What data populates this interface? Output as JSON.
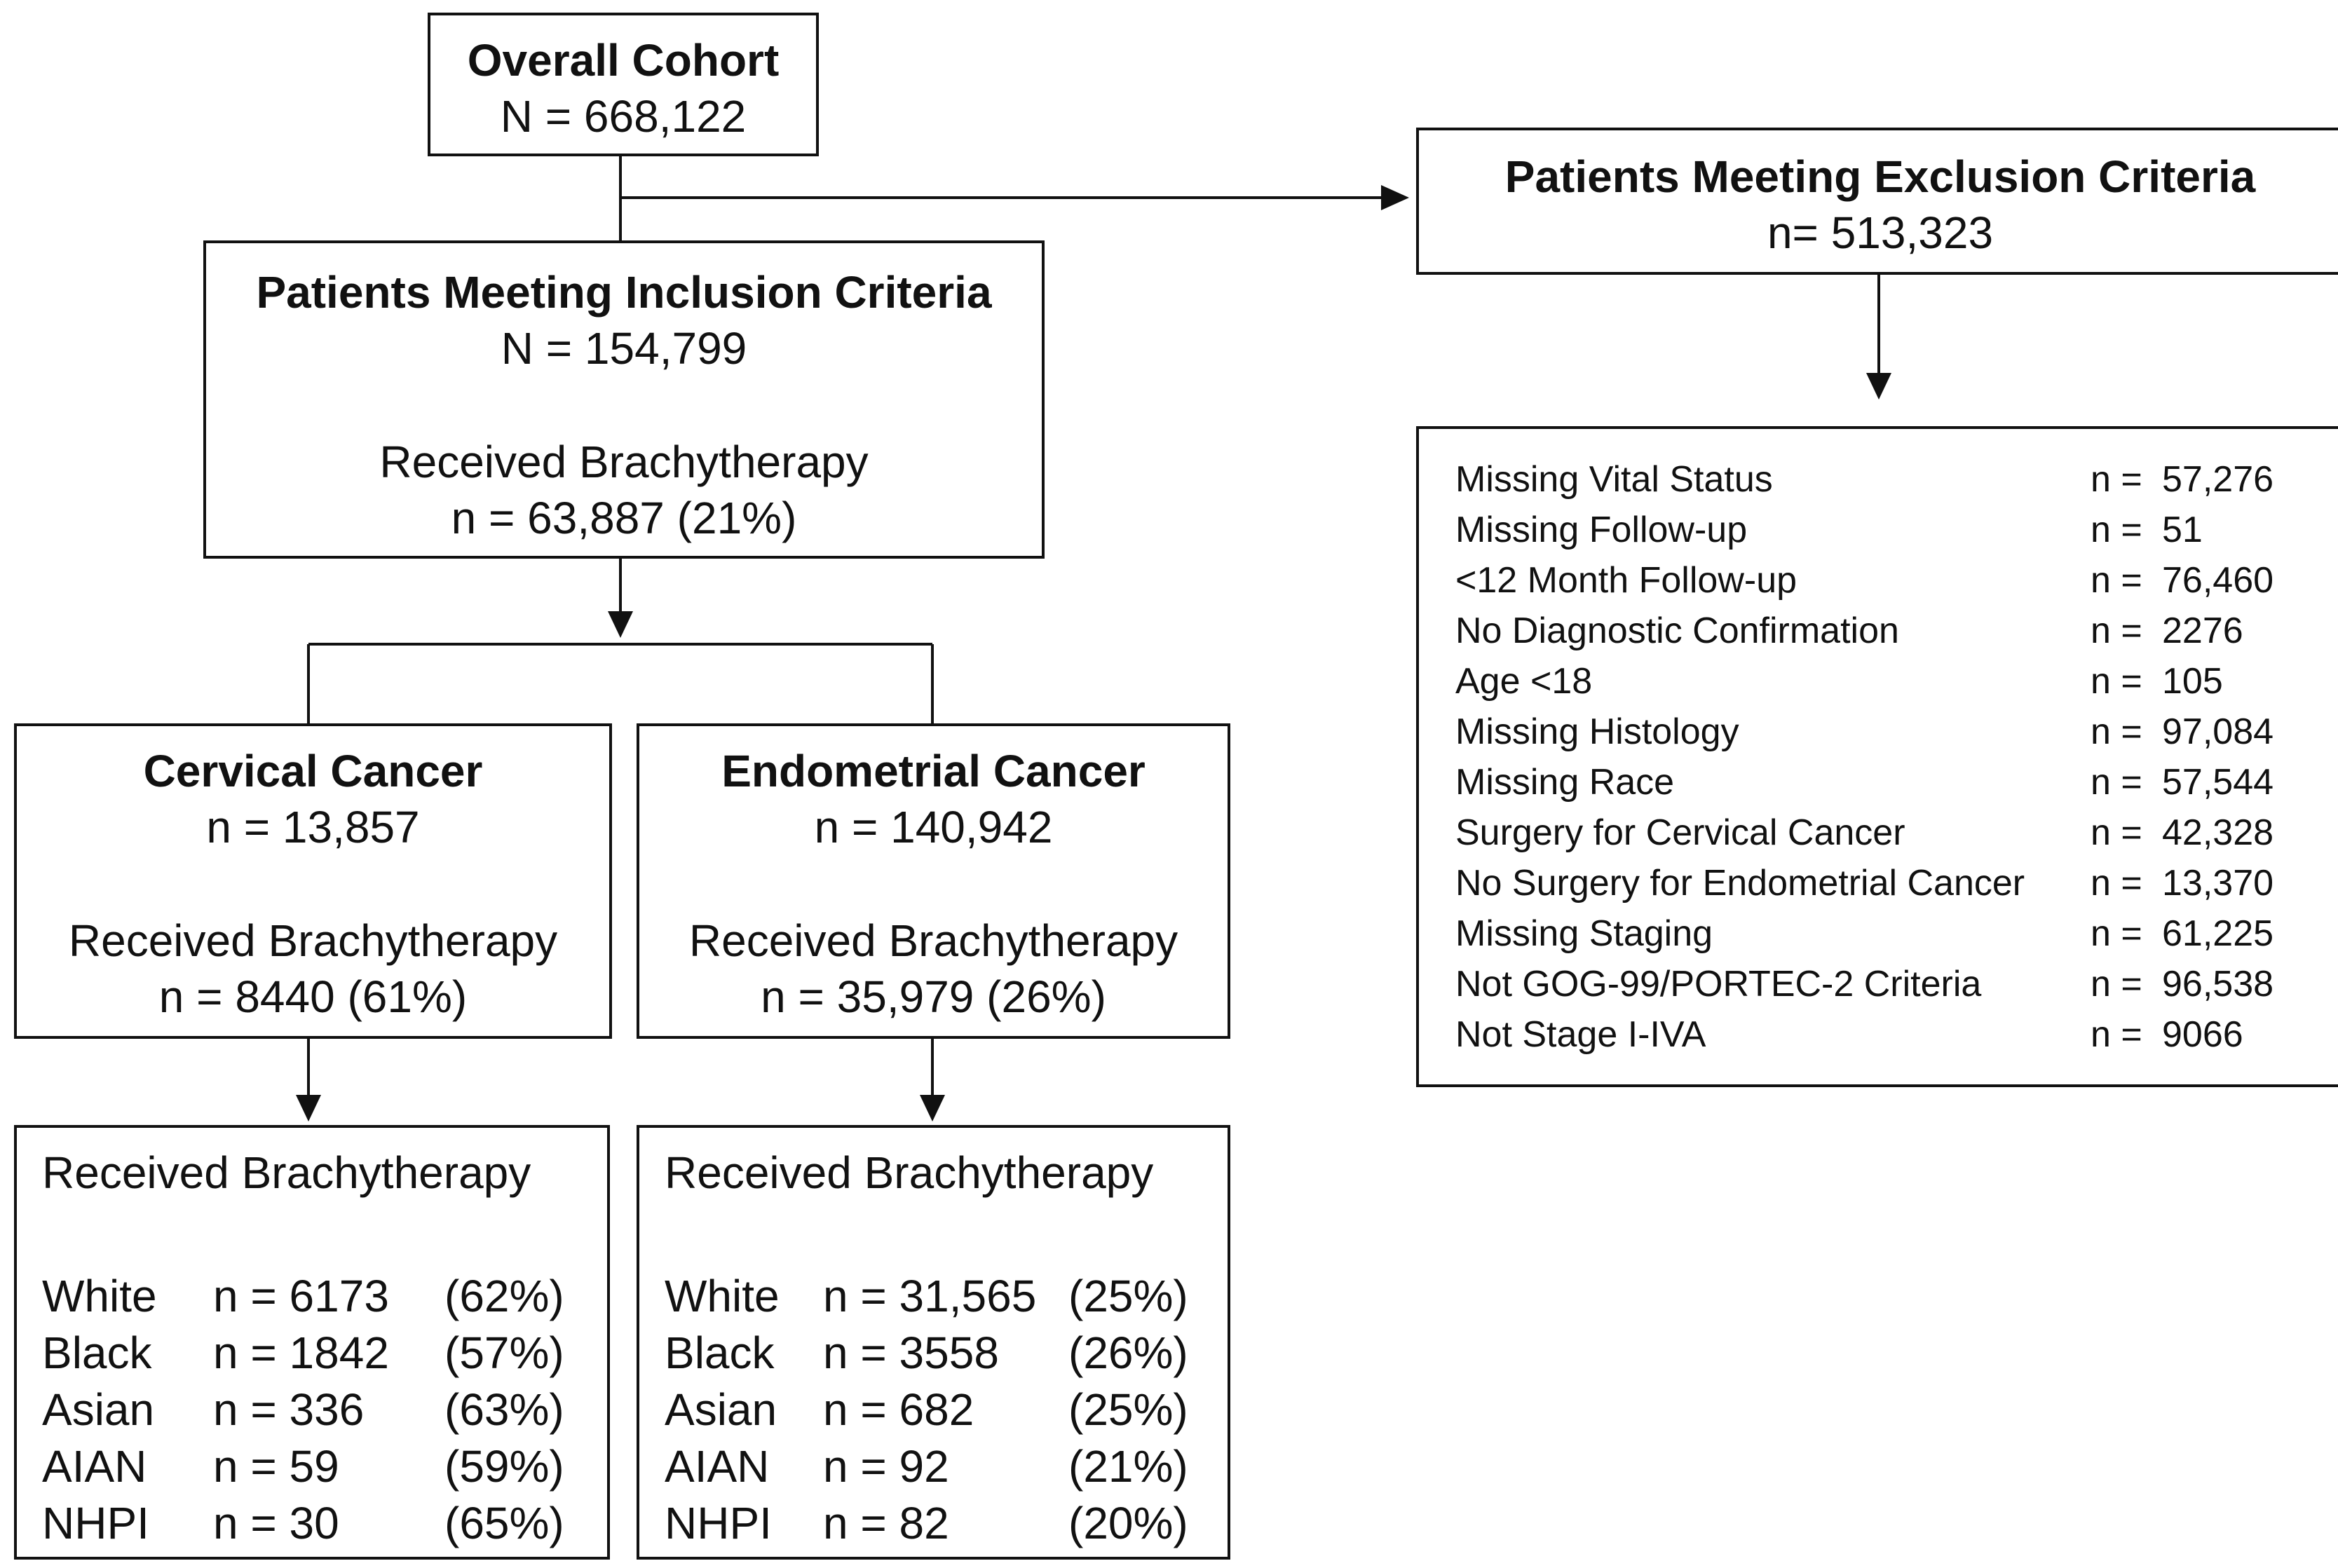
{
  "overall": {
    "title": "Overall Cohort",
    "count": "N = 668,122"
  },
  "inclusion": {
    "title": "Patients Meeting Inclusion Criteria",
    "count": "N = 154,799",
    "brachy_label": "Received Brachytherapy",
    "brachy_count": "n = 63,887 (21%)"
  },
  "exclusion": {
    "title": "Patients Meeting Exclusion Criteria",
    "count": "n= 513,323",
    "criteria": [
      {
        "label": "Missing Vital Status",
        "prefix": "n =",
        "value": "57,276"
      },
      {
        "label": "Missing Follow-up",
        "prefix": "n =",
        "value": "51"
      },
      {
        "label": "<12 Month Follow-up",
        "prefix": "n =",
        "value": "76,460"
      },
      {
        "label": "No Diagnostic Confirmation",
        "prefix": "n =",
        "value": "2276"
      },
      {
        "label": "Age <18",
        "prefix": "n =",
        "value": "105"
      },
      {
        "label": "Missing Histology",
        "prefix": "n =",
        "value": "97,084"
      },
      {
        "label": "Missing Race",
        "prefix": "n =",
        "value": "57,544"
      },
      {
        "label": "Surgery for Cervical Cancer",
        "prefix": "n =",
        "value": "42,328"
      },
      {
        "label": "No Surgery for Endometrial Cancer",
        "prefix": "n =",
        "value": "13,370"
      },
      {
        "label": "Missing Staging",
        "prefix": "n =",
        "value": "61,225"
      },
      {
        "label": "Not GOG-99/PORTEC-2 Criteria",
        "prefix": "n =",
        "value": "96,538"
      },
      {
        "label": "Not Stage I-IVA",
        "prefix": "n =",
        "value": "9066"
      }
    ]
  },
  "cervical": {
    "title": "Cervical Cancer",
    "count": "n = 13,857",
    "brachy_label": "Received Brachytherapy",
    "brachy_count": "n = 8440 (61%)",
    "race_header": "Received Brachytherapy",
    "races": [
      {
        "race": "White",
        "n": "n = 6173",
        "pct": "(62%)"
      },
      {
        "race": "Black",
        "n": "n = 1842",
        "pct": "(57%)"
      },
      {
        "race": "Asian",
        "n": "n = 336",
        "pct": "(63%)"
      },
      {
        "race": "AIAN",
        "n": "n = 59",
        "pct": "(59%)"
      },
      {
        "race": "NHPI",
        "n": "n = 30",
        "pct": "(65%)"
      }
    ]
  },
  "endometrial": {
    "title": "Endometrial Cancer",
    "count": "n = 140,942",
    "brachy_label": "Received Brachytherapy",
    "brachy_count": "n = 35,979 (26%)",
    "race_header": "Received Brachytherapy",
    "races": [
      {
        "race": "White",
        "n": "n = 31,565",
        "pct": "(25%)"
      },
      {
        "race": "Black",
        "n": "n = 3558",
        "pct": "(26%)"
      },
      {
        "race": "Asian",
        "n": "n = 682",
        "pct": "(25%)"
      },
      {
        "race": "AIAN",
        "n": "n = 92",
        "pct": "(21%)"
      },
      {
        "race": "NHPI",
        "n": "n = 82",
        "pct": "(20%)"
      }
    ]
  }
}
